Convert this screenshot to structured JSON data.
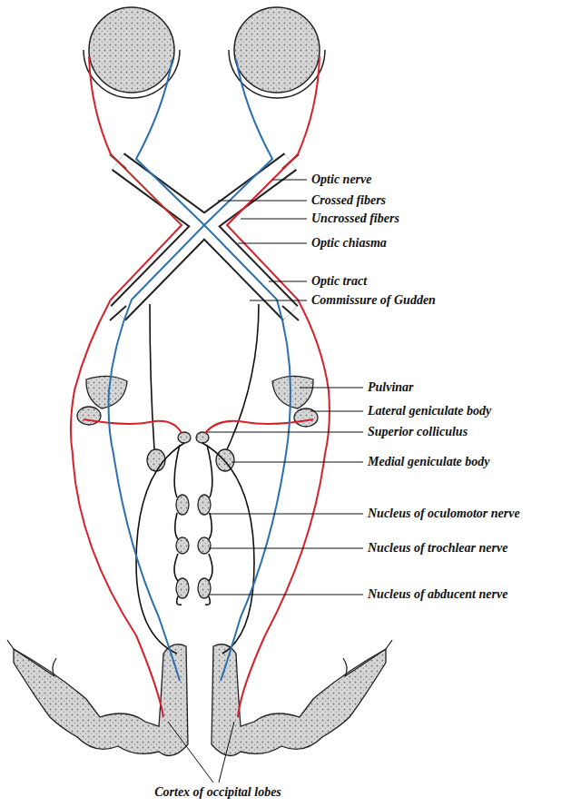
{
  "diagram": {
    "labels": [
      "Optic nerve",
      "Crossed fibers",
      "Uncrossed fibers",
      "Optic chiasma",
      "Optic tract",
      "Commissure of Gudden",
      "Pulvinar",
      "Lateral geniculate body",
      "Superior colliculus",
      "Medial geniculate body",
      "Nucleus of oculomotor nerve",
      "Nucleus of trochlear nerve",
      "Nucleus of abducent nerve",
      "Cortex of occipital lobes"
    ]
  }
}
